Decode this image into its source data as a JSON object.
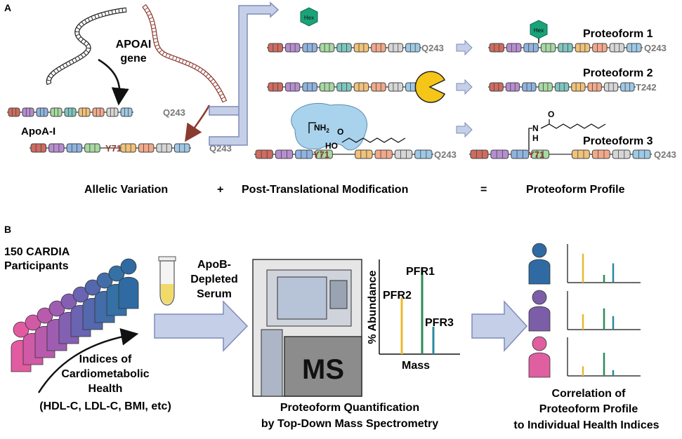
{
  "panel_a": {
    "label": "A",
    "gene_label_1": "APOAI",
    "gene_label_2": "gene",
    "protein_label": "ApoA-I",
    "c_term_q243": "Q243",
    "c_term_t242": "T242",
    "variant": "Y71",
    "hex": "Hex",
    "nh2": "NH",
    "nh2_sub": "2",
    "ho": "HO",
    "o": "O",
    "n": "N",
    "h": "H",
    "proteoform_1": "Proteoform 1",
    "proteoform_2": "Proteoform 2",
    "proteoform_3": "Proteoform 3",
    "eq_left": "Allelic Variation",
    "eq_plus": "+",
    "eq_mid": "Post-Translational Modification",
    "eq_equals": "=",
    "eq_right": "Proteoform Profile"
  },
  "panel_b": {
    "label": "B",
    "participants_1": "150 CARDIA",
    "participants_2": "Participants",
    "indices_1": "Indices of",
    "indices_2": "Cardiometabolic",
    "indices_3": "Health",
    "indices_4": "(HDL-C, LDL-C, BMI, etc)",
    "serum_1": "ApoB-",
    "serum_2": "Depleted",
    "serum_3": "Serum",
    "ms": "MS",
    "quant_1": "Proteoform Quantification",
    "quant_2": "by Top-Down Mass Spectrometry",
    "pfr1": "PFR1",
    "pfr2": "PFR2",
    "pfr3": "PFR3",
    "y_axis": "% Abundance",
    "x_axis": "Mass",
    "corr_1": "Correlation of",
    "corr_2": "Proteoform Profile",
    "corr_3": "to Individual Health Indices"
  },
  "colors": {
    "yellow": "#e9b830",
    "green": "#2e8b57",
    "teal": "#2a8aa0",
    "arrow_fill": "#c5cfe8",
    "arrow_stroke": "#7f8cb8",
    "brown": "#8b3a2f",
    "hex_green": "#1aa37a",
    "person_blue": "#2f6aa3",
    "person_purple": "#7b5ea7",
    "person_pink": "#df5fa0"
  },
  "spectrum_levels": {
    "main": {
      "pfr2": 0.62,
      "pfr1": 0.95,
      "pfr3": 0.3
    },
    "person_1": [
      0.75,
      0.2,
      0.5
    ],
    "person_2": [
      0.4,
      0.55,
      0.35
    ],
    "person_3": [
      0.25,
      0.6,
      0.15
    ]
  }
}
